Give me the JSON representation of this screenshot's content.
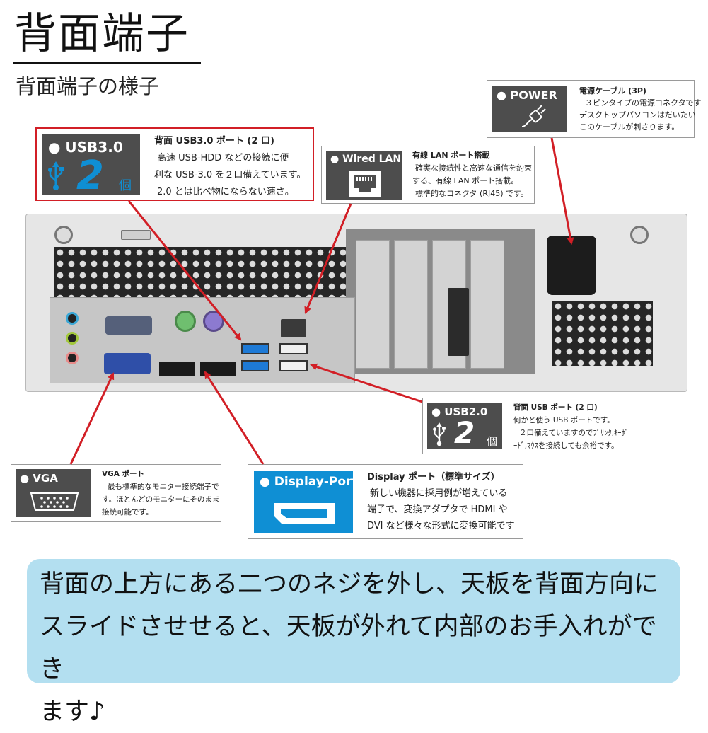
{
  "heading": {
    "title": "背面端子",
    "subtitle": "背面端子の様子"
  },
  "power": {
    "label": "● POWER",
    "icon": "power-plug-icon",
    "title": "電源ケーブル (3P)",
    "lines": [
      "３ピンタイプの電源コネクタです",
      "デスクトップパソコンはだいたい",
      "このケーブルが刺さります。"
    ]
  },
  "usb3": {
    "label": "● USB3.0",
    "count": "2",
    "unit": "個",
    "icon": "usb-icon",
    "title": "背面 USB3.0 ポート (2 口)",
    "lines": [
      "高速 USB-HDD などの接続に便",
      "利な USB-3.0 を２口備えています。",
      "2.0 とは比べ物にならない速さ。"
    ]
  },
  "lan": {
    "label": "● Wired LAN",
    "icon": "ethernet-port-icon",
    "title": "有線 LAN ポート搭載",
    "lines": [
      "確実な接続性と高速な通信を約束",
      "する、有線 LAN ポート搭載。",
      "標準的なコネクタ (RJ45) です。"
    ]
  },
  "usb2": {
    "label": "● USB2.0",
    "count": "2",
    "unit": "個",
    "icon": "usb-icon",
    "title": "背面 USB ポート (2 口)",
    "lines": [
      "何かと使う USB ポートです。",
      "２口備えていますのでﾌﾟﾘﾝﾀ,ｷｰﾎﾞ",
      "ｰﾄﾞ,ﾏｳｽを接続しても余裕です。"
    ]
  },
  "vga": {
    "label": "● VGA",
    "icon": "vga-connector-icon",
    "title": "VGA ポート",
    "lines": [
      "最も標準的なモニター接続端子で",
      "す。ほとんどのモニターにそのまま",
      "接続可能です。"
    ]
  },
  "displayport": {
    "label": "● Display-Port",
    "icon": "displayport-connector-icon",
    "title": "Display ポート（標準サイズ）",
    "lines": [
      "新しい機器に採用例が増えている",
      "端子で、変換アダプタで HDMI や",
      "DVI など様々な形式に変換可能です"
    ]
  },
  "note": {
    "lines": [
      "背面の上方にある二つのネジを外し、天板を背面方向に",
      "スライドさせせると、天板が外れて内部のお手入れができ",
      "ます♪"
    ]
  },
  "colors": {
    "arrow": "#d21f26",
    "callout_border": "#d21f26",
    "tile_dark": "#4d4d4d",
    "tile_blue": "#0f8fd4",
    "note_background": "#b3dff0"
  }
}
